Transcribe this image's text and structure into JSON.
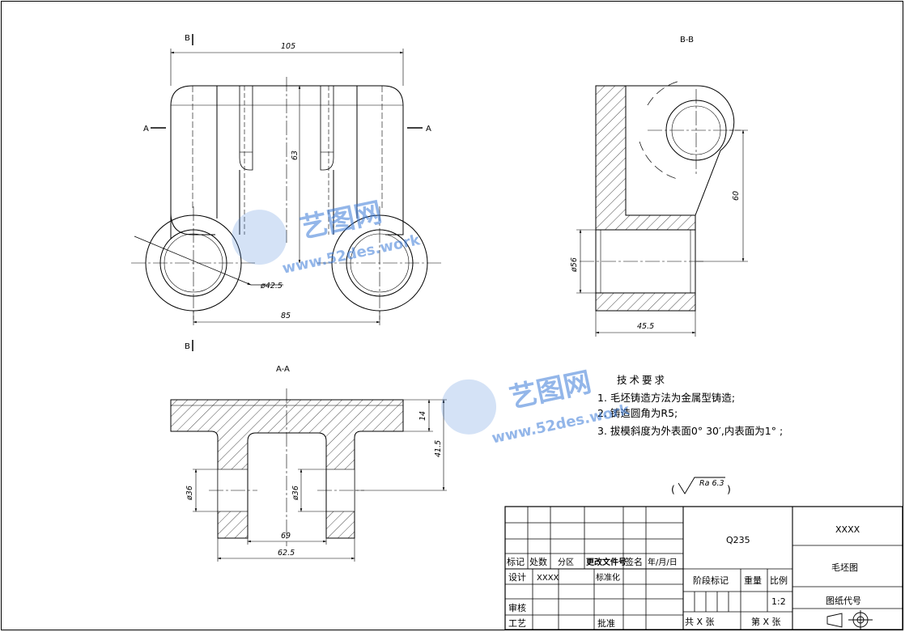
{
  "views": {
    "section_b_marker": "B",
    "section_a_marker": "A",
    "bb_title": "B-B",
    "aa_title": "A-A"
  },
  "dimensions": {
    "top_width": "105",
    "top_height": "63",
    "hole_diameter": "ø42.5",
    "center_distance": "85",
    "bb_height": "60",
    "bb_diameter": "ø56",
    "bb_width": "45.5",
    "aa_flange": "14",
    "aa_height": "41.5",
    "aa_bore_left": "ø36",
    "aa_bore_right": "ø36",
    "aa_inner_width": "69",
    "aa_outer_width": "62.5"
  },
  "notes": {
    "title": "技术要求",
    "items": [
      "1. 毛坯铸造方法为金属型铸造;",
      "2. 铸造圆角为R5;",
      "3. 拔模斜度为外表面0° 30′,内表面为1° ;"
    ],
    "roughness": "Ra 6.3"
  },
  "title_block": {
    "material": "Q235",
    "drawing_id": "XXXX",
    "part_name": "毛坯图",
    "drawing_code_label": "图纸代号",
    "header_labels": [
      "标记",
      "处数",
      "分区",
      "更改文件号",
      "签名",
      "年/月/日"
    ],
    "design_label": "设计",
    "designer": "XXXX",
    "standardize_label": "标准化",
    "review_label": "审核",
    "process_label": "工艺",
    "approve_label": "批准",
    "stage_label": "阶段标记",
    "weight_label": "重量",
    "scale_label": "比例",
    "scale_value": "1:2",
    "sheets_total": "共 X 张",
    "sheet_number": "第 X 张"
  },
  "watermark": {
    "brand": "艺图网",
    "url": "www.52des.work"
  },
  "colors": {
    "line": "#000000",
    "watermark": "#3b7bd8"
  }
}
